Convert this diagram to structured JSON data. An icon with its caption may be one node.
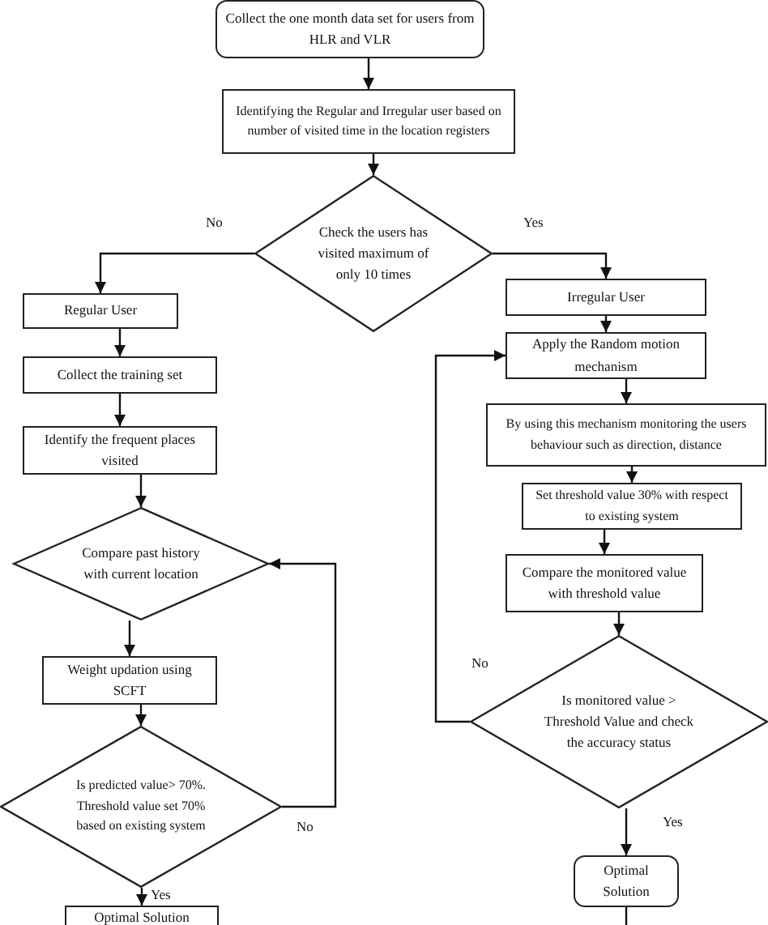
{
  "diagram": {
    "nodes": [
      {
        "text": [
          "Collect the one month data set for users from HLR and VLR"
        ]
      },
      {
        "text": [
          "Identifying the Regular and Irregular user based on number of visited time in the location registers"
        ]
      },
      {
        "text": [
          "Check the users has visited maximum of only 10 times"
        ]
      },
      {
        "text": [
          "Regular User"
        ]
      },
      {
        "text": [
          "Collect the training set"
        ]
      },
      {
        "text": [
          "Identify the frequent places visited"
        ]
      },
      {
        "text": [
          "Compare past history with current location"
        ]
      },
      {
        "text": [
          "Weight updation using SCFT"
        ]
      },
      {
        "text": [
          "Is predicted value> 70%. Threshold value set 70% based on existing system"
        ]
      },
      {
        "text": [
          "Optimal Solution"
        ]
      },
      {
        "text": [
          "Irregular User"
        ]
      },
      {
        "text": [
          "Apply the Random motion mechanism"
        ]
      },
      {
        "text": [
          "By using this mechanism monitoring the users behaviour such as direction, distance"
        ]
      },
      {
        "text": [
          "Set threshold value 30% with respect to existing system"
        ]
      },
      {
        "text": [
          "Compare the monitored value with threshold value"
        ]
      },
      {
        "text": [
          "Is monitored value > Threshold Value and check the accuracy status"
        ]
      },
      {
        "text": [
          "Optimal Solution"
        ]
      }
    ],
    "edges": [
      {
        "from": 0,
        "to": 1,
        "arrow": "to"
      },
      {
        "from": 1,
        "to": 2,
        "arrow": "to"
      },
      {
        "from": 2,
        "to": 3,
        "arrow": "to",
        "label": "No"
      },
      {
        "from": 2,
        "to": 10,
        "arrow": "to",
        "label": "Yes"
      },
      {
        "from": 3,
        "to": 4,
        "arrow": "to"
      },
      {
        "from": 4,
        "to": 5,
        "arrow": "to"
      },
      {
        "from": 5,
        "to": 6,
        "arrow": "to"
      },
      {
        "from": 6,
        "to": 7,
        "arrow": "to"
      },
      {
        "from": 7,
        "to": 8,
        "arrow": "to"
      },
      {
        "from": 8,
        "to": 6,
        "arrow": "to",
        "label": "No"
      },
      {
        "from": 8,
        "to": 9,
        "arrow": "to",
        "label": "Yes"
      },
      {
        "from": 10,
        "to": 11,
        "arrow": "to"
      },
      {
        "from": 11,
        "to": 12,
        "arrow": "to"
      },
      {
        "from": 12,
        "to": 13,
        "arrow": "to"
      },
      {
        "from": 13,
        "to": 14,
        "arrow": "to"
      },
      {
        "from": 14,
        "to": 15,
        "arrow": "to"
      },
      {
        "from": 15,
        "to": 11,
        "arrow": "to",
        "label": "No"
      },
      {
        "from": 15,
        "to": 16,
        "arrow": "to",
        "label": "Yes"
      },
      {
        "from": 16,
        "to": null,
        "arrow": "none"
      }
    ]
  }
}
